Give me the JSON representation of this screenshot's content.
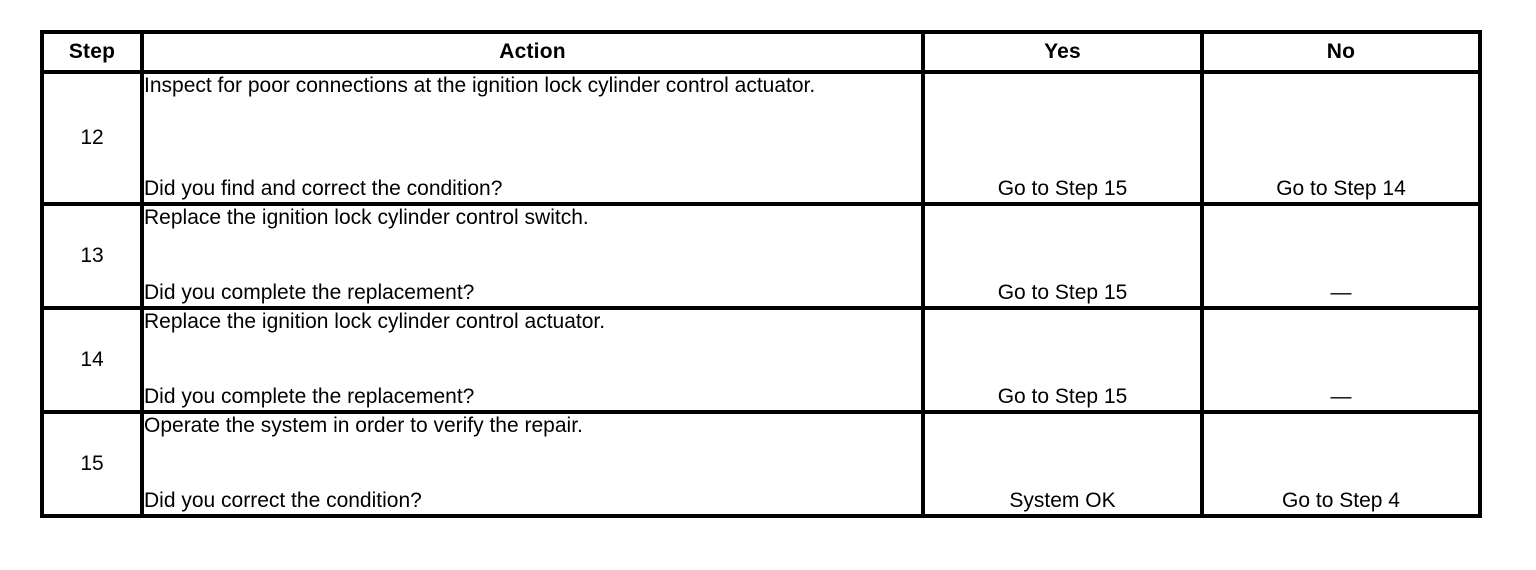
{
  "table": {
    "columns": [
      {
        "key": "step",
        "label": "Step"
      },
      {
        "key": "action",
        "label": "Action"
      },
      {
        "key": "yes",
        "label": "Yes"
      },
      {
        "key": "no",
        "label": "No"
      }
    ],
    "rows": [
      {
        "step": "12",
        "action_statement": "Inspect for poor connections at the ignition lock cylinder control actuator.",
        "action_question": "Did you find and correct the condition?",
        "yes": "Go to Step 15",
        "no": "Go to Step 14"
      },
      {
        "step": "13",
        "action_statement": "Replace the ignition lock cylinder control switch.",
        "action_question": "Did you complete the replacement?",
        "yes": "Go to Step 15",
        "no": "—"
      },
      {
        "step": "14",
        "action_statement": "Replace the ignition lock cylinder control actuator.",
        "action_question": "Did you complete the replacement?",
        "yes": "Go to Step 15",
        "no": "—"
      },
      {
        "step": "15",
        "action_statement": "Operate the system in order to verify the repair.",
        "action_question": "Did you correct the condition?",
        "yes": "System OK",
        "no": "Go to Step 4"
      }
    ]
  },
  "style": {
    "border_color": "#000000",
    "text_color": "#000000",
    "background": "#ffffff"
  }
}
